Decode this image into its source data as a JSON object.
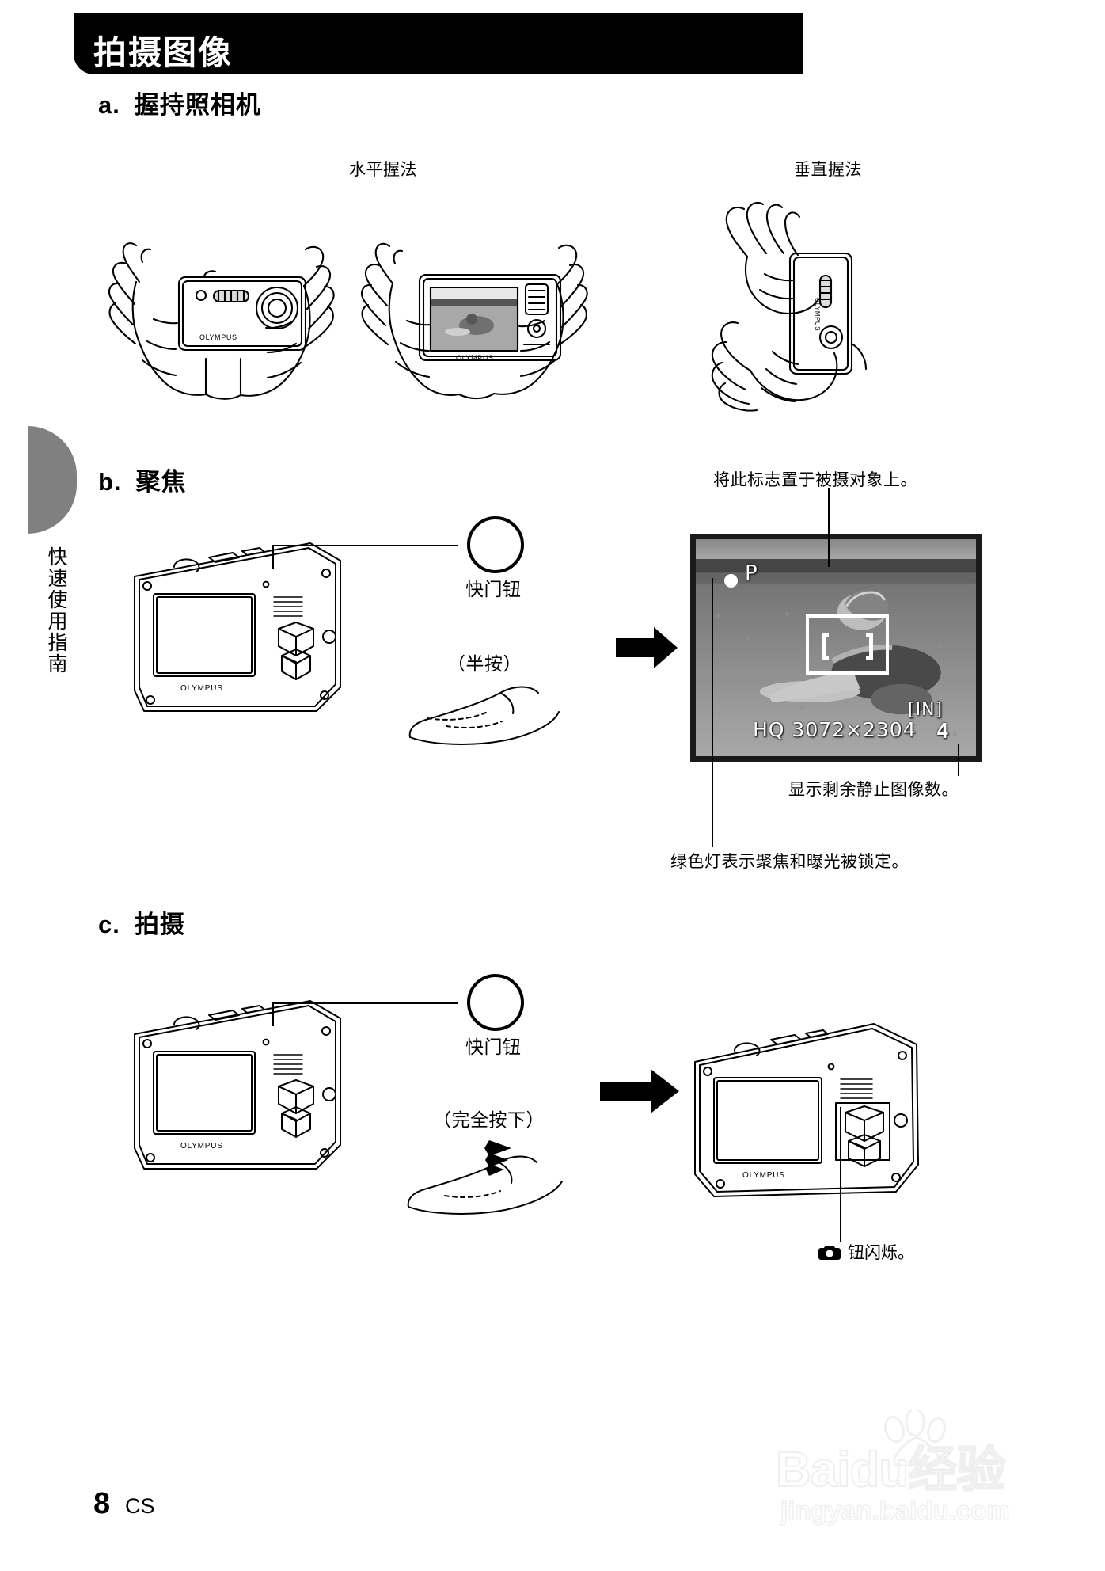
{
  "header": {
    "title": "拍摄图像"
  },
  "side_tab": {
    "label": "快速使用指南"
  },
  "sections": {
    "a": {
      "letter": "a.",
      "title": "握持照相机"
    },
    "b": {
      "letter": "b.",
      "title": "聚焦"
    },
    "c": {
      "letter": "c.",
      "title": "拍摄"
    }
  },
  "grip": {
    "horizontal": "水平握法",
    "vertical": "垂直握法"
  },
  "focus": {
    "shutter_label": "快门钮",
    "press_label": "（半按）",
    "mark_on_subject": "将此标志置于被摄对象上。",
    "remaining_images": "显示剩余静止图像数。",
    "green_lamp": "绿色灯表示聚焦和曝光被锁定。"
  },
  "lcd": {
    "mode": "P",
    "quality": "HQ 3072×2304",
    "memory": "[IN]",
    "remaining_count": "4"
  },
  "shoot": {
    "shutter_label": "快门钮",
    "press_label": "（完全按下）",
    "blink_note": "钮闪烁。",
    "blink_icon": "camera-icon"
  },
  "footer": {
    "page_number": "8",
    "region": "CS"
  },
  "watermark": {
    "main": "Baidu经验",
    "sub": "jingyan.baidu.com"
  },
  "colors": {
    "header_bg": "#000000",
    "header_text": "#ffffff",
    "side_tab": "#808080",
    "body_text": "#000000",
    "page_bg": "#ffffff"
  }
}
